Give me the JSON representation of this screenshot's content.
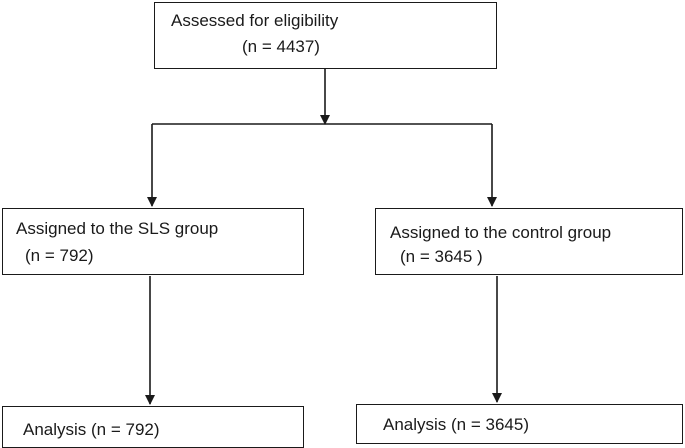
{
  "flowchart": {
    "eligibility": {
      "title": "Assessed for eligibility",
      "count": "(n = 4437)"
    },
    "sls_group": {
      "title": "Assigned to the SLS group",
      "count": "(n = 792)"
    },
    "control_group": {
      "title": "Assigned to the control group",
      "count": "(n = 3645 )"
    },
    "sls_analysis": {
      "label": "Analysis (n = 792)"
    },
    "control_analysis": {
      "label": "Analysis  (n = 3645)"
    }
  }
}
